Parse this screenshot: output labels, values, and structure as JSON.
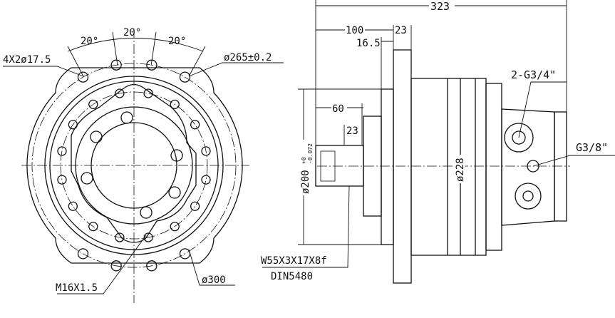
{
  "front_view": {
    "angle_labels": [
      "20°",
      "20°",
      "20°"
    ],
    "bolt_holes_label": "4X2ø17.5",
    "bolt_circle_label": "ø265±0.2",
    "thread_label": "M16X1.5",
    "outer_diameter_label": "ø300"
  },
  "side_view": {
    "overall_length": "323",
    "flange_offset": "100",
    "flange_thickness": "23",
    "pilot_depth": "16.5",
    "shaft_length": "60",
    "spline_length": "23",
    "pilot_diameter": "ø200",
    "pilot_tol_upper": "+0",
    "pilot_tol_lower": "-0.072",
    "body_diameter": "ø228",
    "main_ports": "2-G3/4\"",
    "drain_port": "G3/8\"",
    "spline_spec": "W55X3X17X8f",
    "spline_standard": "DIN5480"
  }
}
